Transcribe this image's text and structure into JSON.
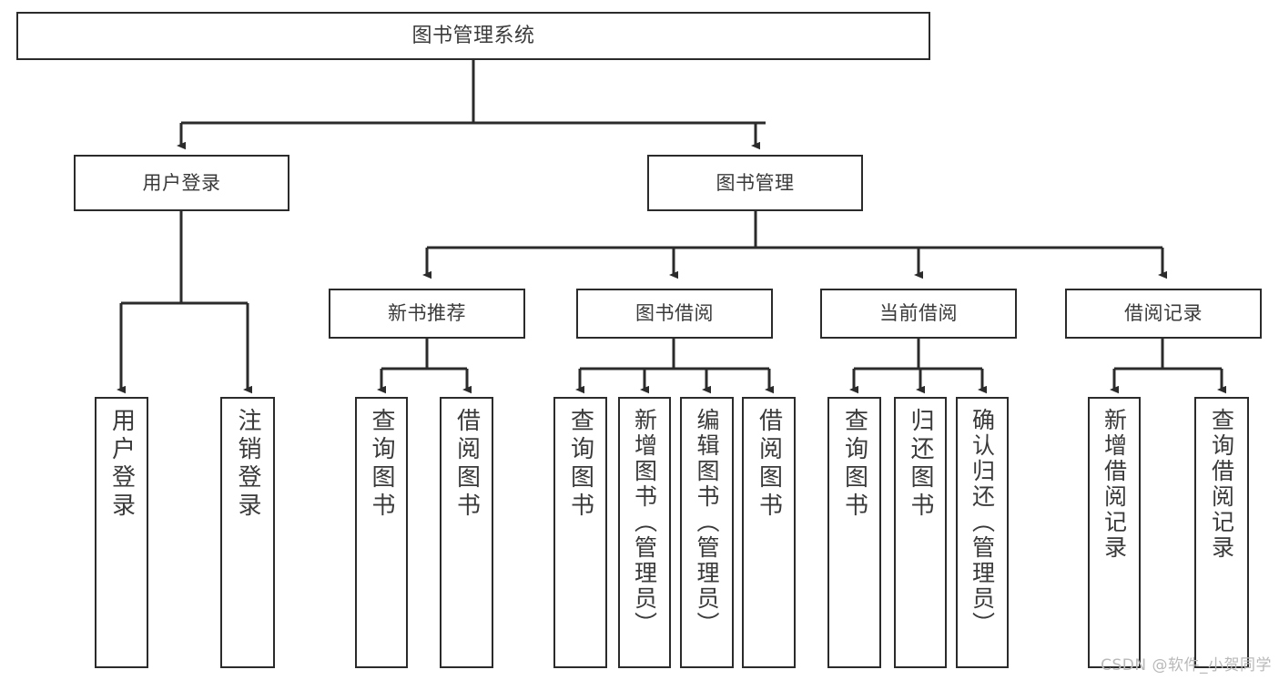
{
  "diagram": {
    "type": "tree",
    "title": "图书管理系统",
    "watermark": "CSDN @软件_小贺同学",
    "colors": {
      "border": "#2b2b2b",
      "text": "#3a3a3a",
      "background": "#ffffff",
      "watermark": "#b9b9b9"
    },
    "levels": {
      "root": {
        "label": "图书管理系统"
      },
      "level2": [
        {
          "label": "用户登录"
        },
        {
          "label": "图书管理"
        }
      ],
      "level3": [
        {
          "label": "新书推荐"
        },
        {
          "label": "图书借阅"
        },
        {
          "label": "当前借阅"
        },
        {
          "label": "借阅记录"
        }
      ],
      "leaves": [
        {
          "label": "用户登录",
          "parent": "用户登录"
        },
        {
          "label": "注销登录",
          "parent": "用户登录"
        },
        {
          "label": "查询图书",
          "parent": "新书推荐"
        },
        {
          "label": "借阅图书",
          "parent": "新书推荐"
        },
        {
          "label": "查询图书",
          "parent": "图书借阅"
        },
        {
          "label": "新增图书（管理员）",
          "parent": "图书借阅"
        },
        {
          "label": "编辑图书（管理员）",
          "parent": "图书借阅"
        },
        {
          "label": "借阅图书",
          "parent": "图书借阅"
        },
        {
          "label": "查询图书",
          "parent": "当前借阅"
        },
        {
          "label": "归还图书",
          "parent": "当前借阅"
        },
        {
          "label": "确认归还（管理员）",
          "parent": "当前借阅"
        },
        {
          "label": "新增借阅记录",
          "parent": "借阅记录"
        },
        {
          "label": "查询借阅记录",
          "parent": "借阅记录"
        }
      ]
    }
  }
}
